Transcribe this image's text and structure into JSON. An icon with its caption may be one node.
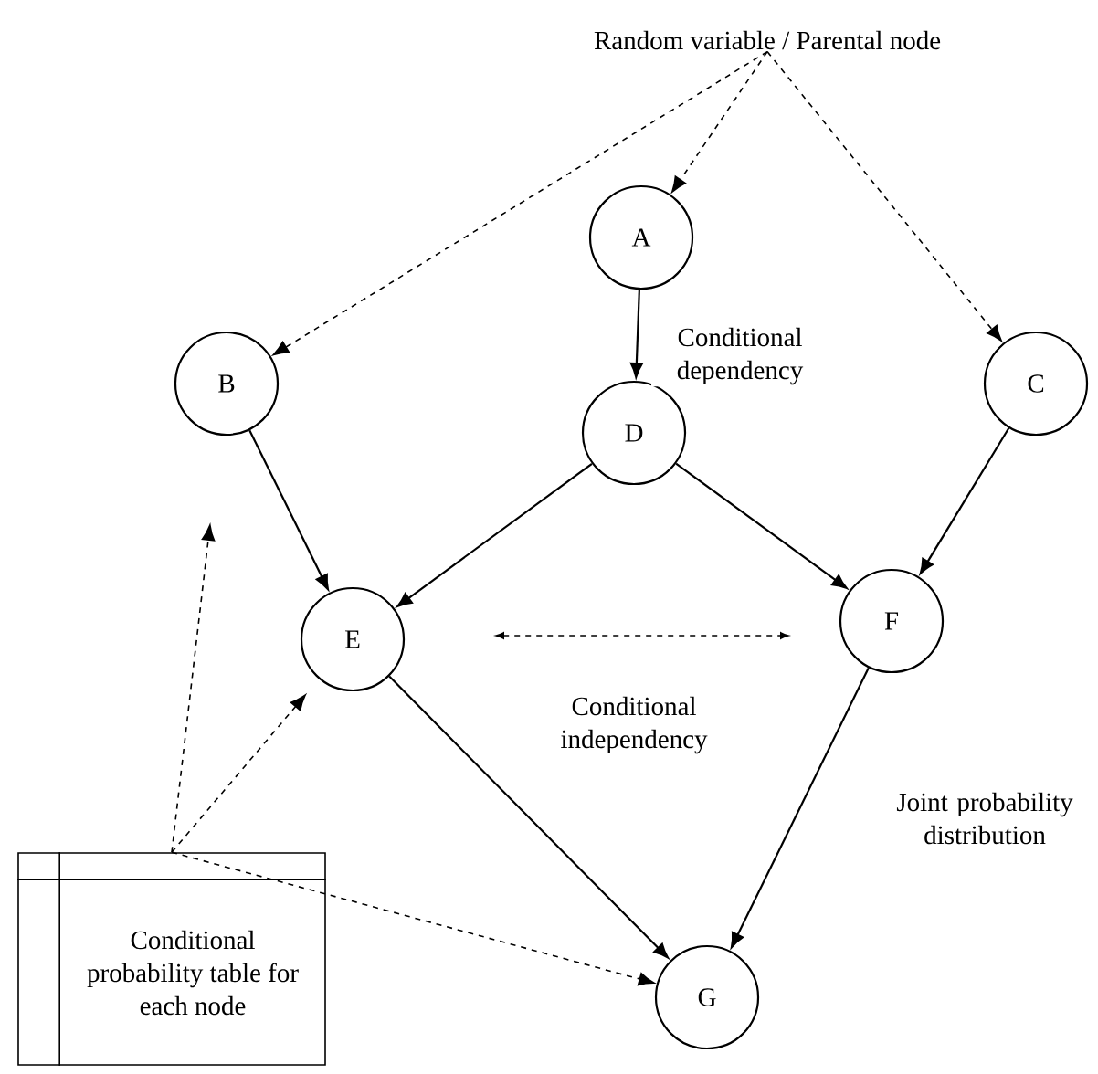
{
  "diagram": {
    "nodes": [
      {
        "text": [
          "Random variable / Parental node"
        ]
      },
      {
        "text": [
          "A"
        ]
      },
      {
        "text": [
          "B"
        ]
      },
      {
        "text": [
          "C"
        ]
      },
      {
        "text": [
          "D"
        ]
      },
      {
        "text": [
          "E"
        ]
      },
      {
        "text": [
          "F"
        ]
      },
      {
        "text": [
          "G"
        ]
      },
      {
        "text": [
          "Conditional probability table for each node"
        ]
      }
    ],
    "edges": [
      {
        "from": 0,
        "to": 2,
        "arrow": "to",
        "style": "dashed"
      },
      {
        "from": 0,
        "to": 1,
        "arrow": "to",
        "style": "dashed"
      },
      {
        "from": 0,
        "to": 3,
        "arrow": "to",
        "style": "dashed"
      },
      {
        "from": 1,
        "to": 4,
        "arrow": "to",
        "label": "Conditional dependency"
      },
      {
        "from": 2,
        "to": 5,
        "arrow": "to"
      },
      {
        "from": 4,
        "to": 5,
        "arrow": "to"
      },
      {
        "from": 4,
        "to": 6,
        "arrow": "to"
      },
      {
        "from": 3,
        "to": 6,
        "arrow": "to"
      },
      {
        "from": 5,
        "to": 7,
        "arrow": "to"
      },
      {
        "from": 6,
        "to": 7,
        "arrow": "to"
      },
      {
        "from": 8,
        "to": 2,
        "arrow": "to",
        "style": "dashed"
      },
      {
        "from": 8,
        "to": 5,
        "arrow": "to",
        "style": "dashed"
      },
      {
        "from": 8,
        "to": 7,
        "arrow": "to",
        "style": "dashed"
      }
    ],
    "labels": [
      "Conditional independency",
      "Joint probability distribution"
    ]
  }
}
